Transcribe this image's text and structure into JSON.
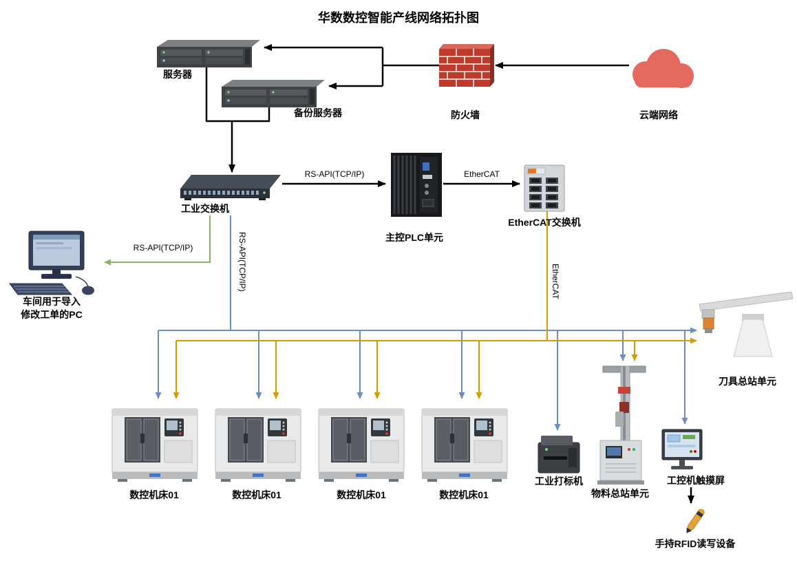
{
  "title": "华数数控智能产线网络拓扑图",
  "nodes": {
    "server": "服务器",
    "backup_server": "备份服务器",
    "firewall": "防火墙",
    "cloud": "云端网络",
    "industrial_switch": "工业交换机",
    "plc": "主控PLC单元",
    "ethercat_switch": "EtherCAT交换机",
    "workshop_pc_line1": "车间用于导入",
    "workshop_pc_line2": "修改工单的PC",
    "tool_station": "刀具总站单元",
    "cnc_1": "数控机床01",
    "cnc_2": "数控机床01",
    "cnc_3": "数控机床01",
    "cnc_4": "数控机床01",
    "marking_machine": "工业打标机",
    "material_station": "物料总站单元",
    "touch_panel": "工控机触摸屏",
    "rfid_reader": "手持RFID读写设备"
  },
  "edges": {
    "switch_to_plc": "RS-API(TCP/IP)",
    "plc_to_ethercat_switch": "EtherCAT",
    "switch_to_workshop_pc": "RS-API(TCP/IP)",
    "switch_device_bus": "RS-API(TCP/IP)",
    "ethercat_device_bus": "EtherCAT"
  },
  "colors": {
    "black_link": "#000000",
    "blue_link": "#6c8ebf",
    "yellow_link": "#d79b00",
    "green_link": "#82b366",
    "cloud_fill": "#e4695e",
    "firewall_fill": "#bf3a2b"
  }
}
